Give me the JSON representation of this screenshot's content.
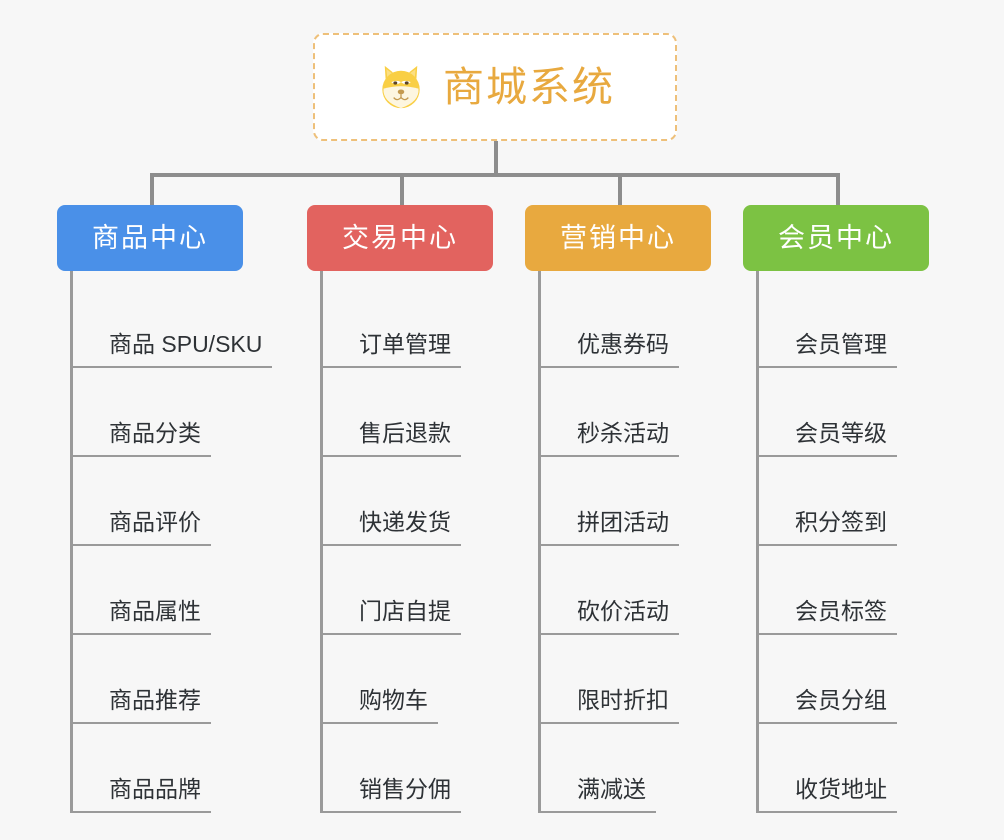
{
  "page": {
    "background_color": "#f7f7f7",
    "line_color": "#9a9a9a"
  },
  "root": {
    "title": "商城系统",
    "icon": "shiba-dog-face-icon",
    "text_color": "#e8a93f",
    "border_color": "#eec07a",
    "background_color": "#ffffff"
  },
  "categories": [
    {
      "label": "商品中心",
      "color": "#4a90e8",
      "items": [
        "商品 SPU/SKU",
        "商品分类",
        "商品评价",
        "商品属性",
        "商品推荐",
        "商品品牌"
      ]
    },
    {
      "label": "交易中心",
      "color": "#e2635f",
      "items": [
        "订单管理",
        "售后退款",
        "快递发货",
        "门店自提",
        "购物车",
        "销售分佣"
      ]
    },
    {
      "label": "营销中心",
      "color": "#e8a93f",
      "items": [
        "优惠券码",
        "秒杀活动",
        "拼团活动",
        "砍价活动",
        "限时折扣",
        "满减送"
      ]
    },
    {
      "label": "会员中心",
      "color": "#7cc243",
      "items": [
        "会员管理",
        "会员等级",
        "积分签到",
        "会员标签",
        "会员分组",
        "收货地址"
      ]
    }
  ]
}
